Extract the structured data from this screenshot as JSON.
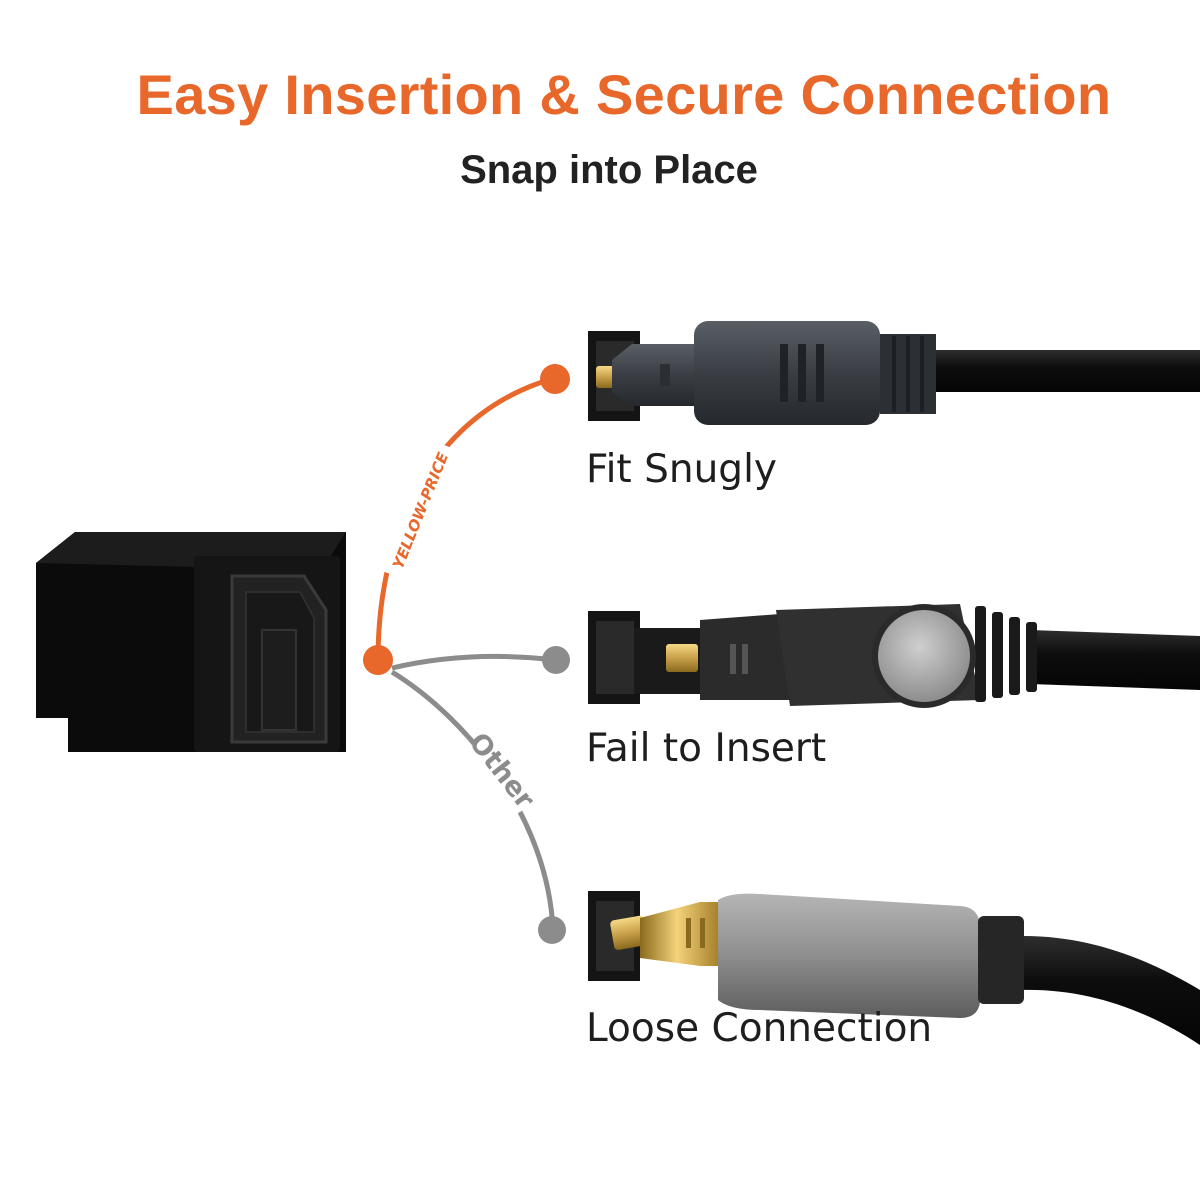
{
  "header": {
    "title": "Easy Insertion & Secure Connection",
    "subtitle": "Snap into Place"
  },
  "branches": {
    "good_path_label": "YELLOW-PRICE",
    "other_path_label": "Other"
  },
  "options": [
    {
      "label": "Fit Snugly"
    },
    {
      "label": "Fail to Insert"
    },
    {
      "label": "Loose Connection"
    }
  ],
  "colors": {
    "accent": "#e8672a",
    "neutral": "#8c8c8c",
    "text": "#222222"
  }
}
